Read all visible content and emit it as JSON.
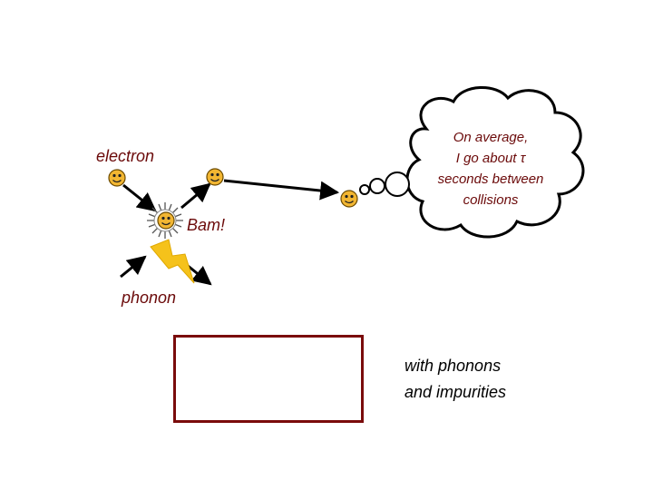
{
  "labels": {
    "electron": "electron",
    "bam": "Bam!",
    "phonon": "phonon"
  },
  "thought_bubble": {
    "lines": [
      "On average,",
      "I go about τ",
      "seconds between",
      "collisions"
    ]
  },
  "note": {
    "lines": [
      "with phonons",
      "and impurities"
    ]
  },
  "icons": [
    "electron-smiley-icon",
    "collision-starburst-icon",
    "lightning-bolt-icon",
    "arrow-icon",
    "thought-cloud-icon"
  ],
  "colors": {
    "text_maroon": "#6b0a0a",
    "box_border": "#7a0b0b",
    "smiley_fill": "#f2b632",
    "lightning_fill": "#f5c21b",
    "arrow": "#000000"
  }
}
